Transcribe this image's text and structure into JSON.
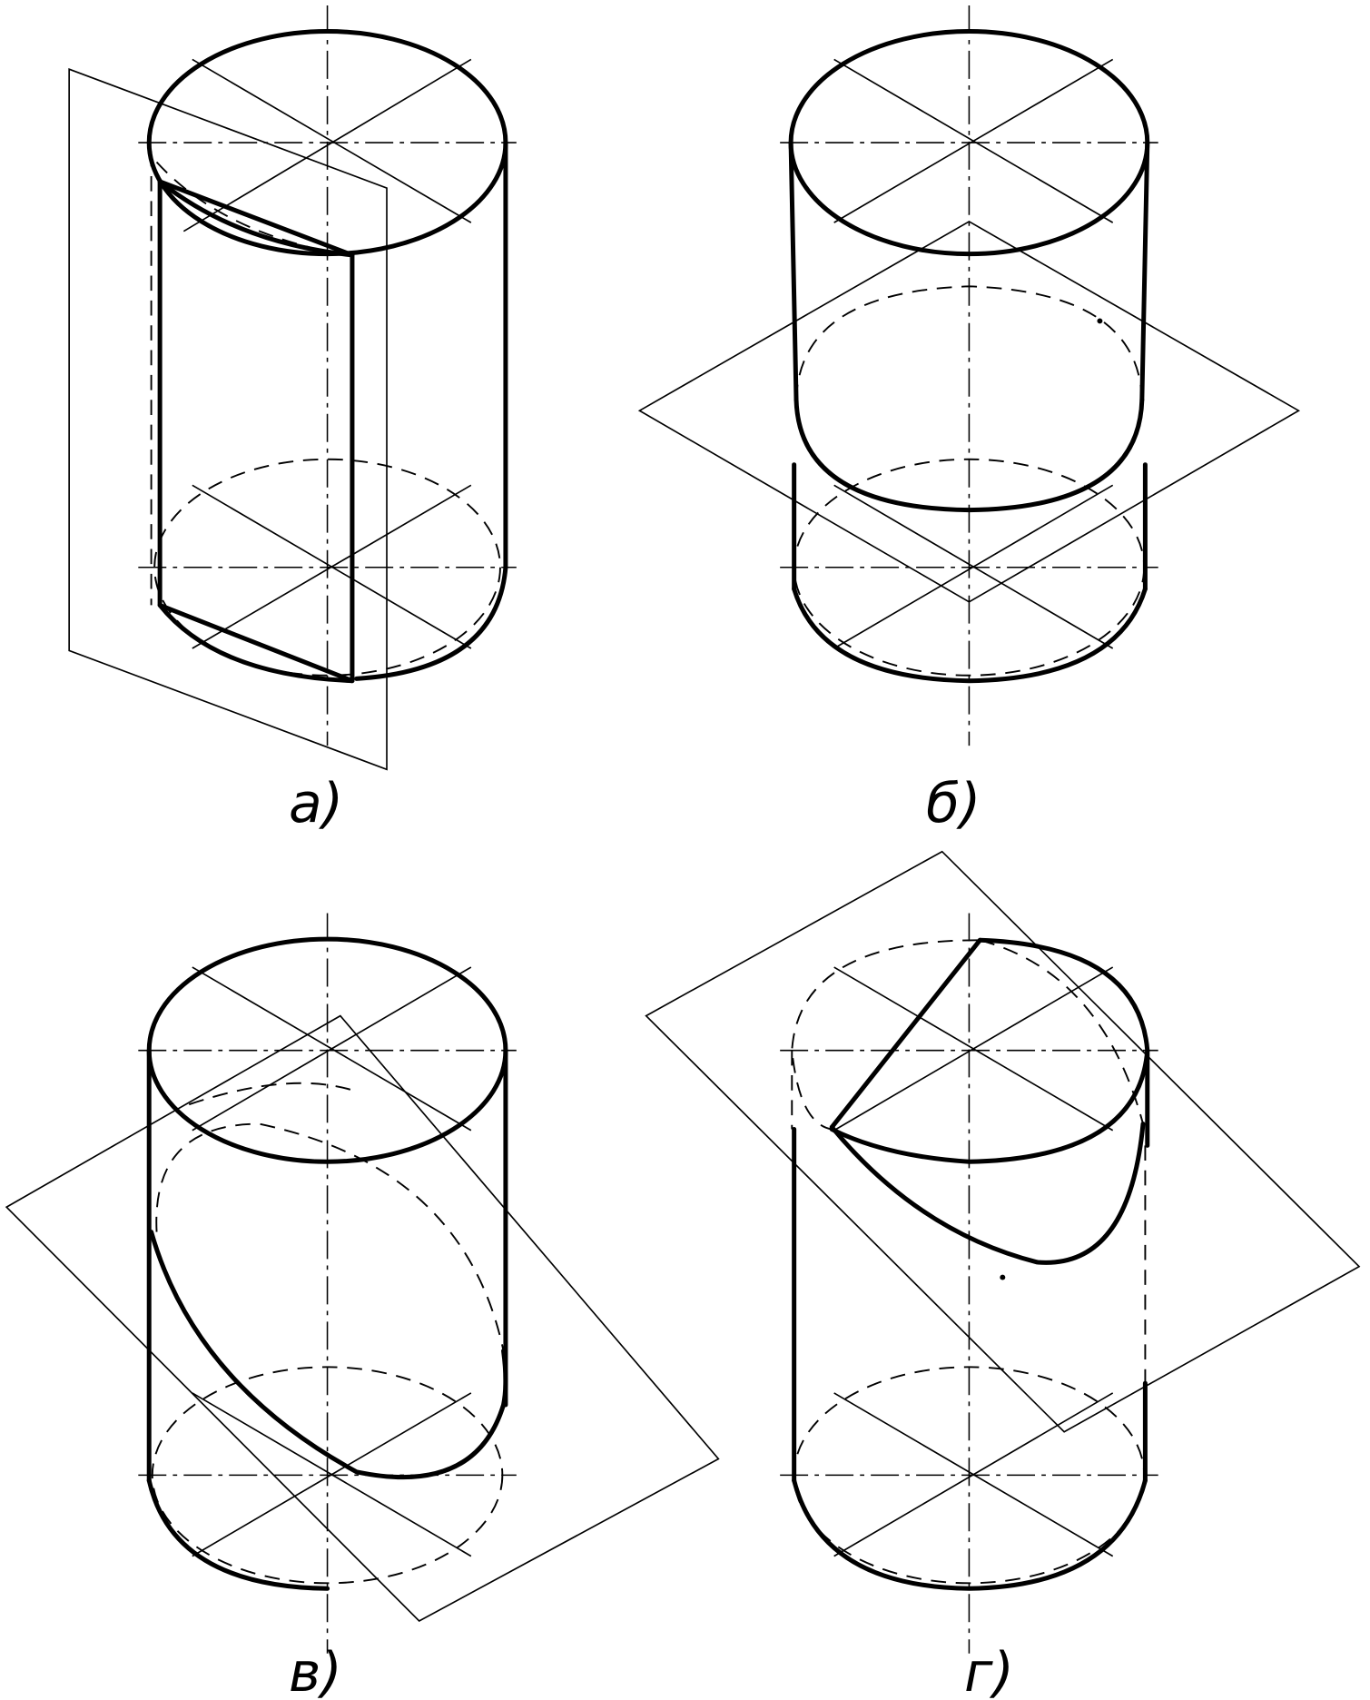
{
  "figures": [
    {
      "id": "a",
      "caption": "а)"
    },
    {
      "id": "b",
      "caption": "б)"
    },
    {
      "id": "v",
      "caption": "в)"
    },
    {
      "id": "g",
      "caption": "г)"
    }
  ],
  "colors": {
    "ink": "#000000",
    "background": "#ffffff"
  }
}
